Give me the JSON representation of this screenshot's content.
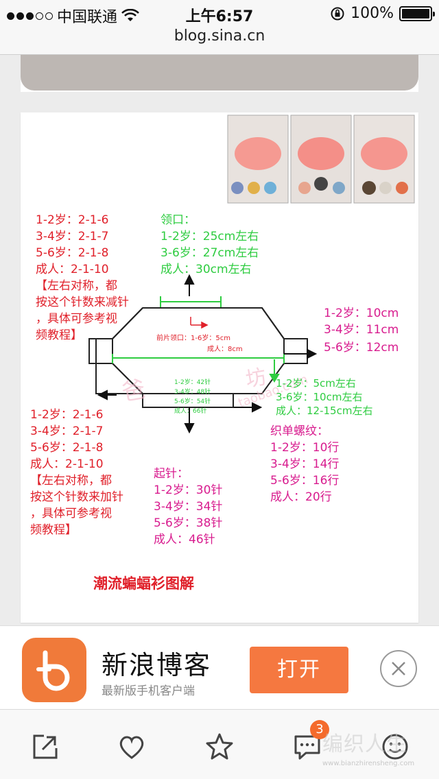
{
  "status": {
    "carrier": "中国联通",
    "time": "上午6:57",
    "battery": "100%"
  },
  "browser": {
    "url": "blog.sina.cn"
  },
  "diagram": {
    "left_top": [
      "1-2岁：2-1-6",
      "3-4岁：2-1-7",
      "5-6岁：2-1-8",
      "成人：2-1-10",
      "【左右对称，都",
      "按这个针数来减针",
      "，具体可参考视",
      "频教程】"
    ],
    "neck_title": "领口：",
    "neck_lines": [
      "1-2岁：25cm左右",
      "3-6岁：27cm左右",
      "成人：30cm左右"
    ],
    "right_top": [
      "1-2岁：10cm",
      "3-4岁：11cm",
      "5-6岁：12cm"
    ],
    "front_neck": [
      "前片领口：1-6岁：5cm",
      "成人：8cm"
    ],
    "center_stitches": [
      "1-2岁：42针",
      "3-4岁：48针",
      "5-6岁：54针",
      "成人：66针"
    ],
    "right_mid": [
      "1-2岁：5cm左右",
      "3-6岁：10cm左右",
      "成人：12-15cm左右"
    ],
    "left_bottom": [
      "1-2岁：2-1-6",
      "3-4岁：2-1-7",
      "5-6岁：2-1-8",
      "成人：2-1-10",
      "【左右对称，都",
      "按这个针数来加针",
      "，具体可参考视",
      "频教程】"
    ],
    "rib_title": "织单螺纹：",
    "rib_lines": [
      "1-2岁：10行",
      "3-4岁：14行",
      "5-6岁：16行",
      "成人：20行"
    ],
    "cast_title": "起针：",
    "cast_lines": [
      "1-2岁：30针",
      "3-4岁：34针",
      "5-6岁：38针",
      "成人：46针"
    ],
    "caption": "潮流蝙蝠衫图解",
    "colors": {
      "red": "#e0202a",
      "green": "#2ecc40",
      "magenta": "#d81b8e"
    }
  },
  "banner": {
    "app_name": "新浪博客",
    "app_sub": "最新版手机客户端",
    "open_label": "打开"
  },
  "toolbar": {
    "comment_count": "3",
    "watermark": "编织人生",
    "watermark_sub": "www.bianzhirensheng.com"
  }
}
